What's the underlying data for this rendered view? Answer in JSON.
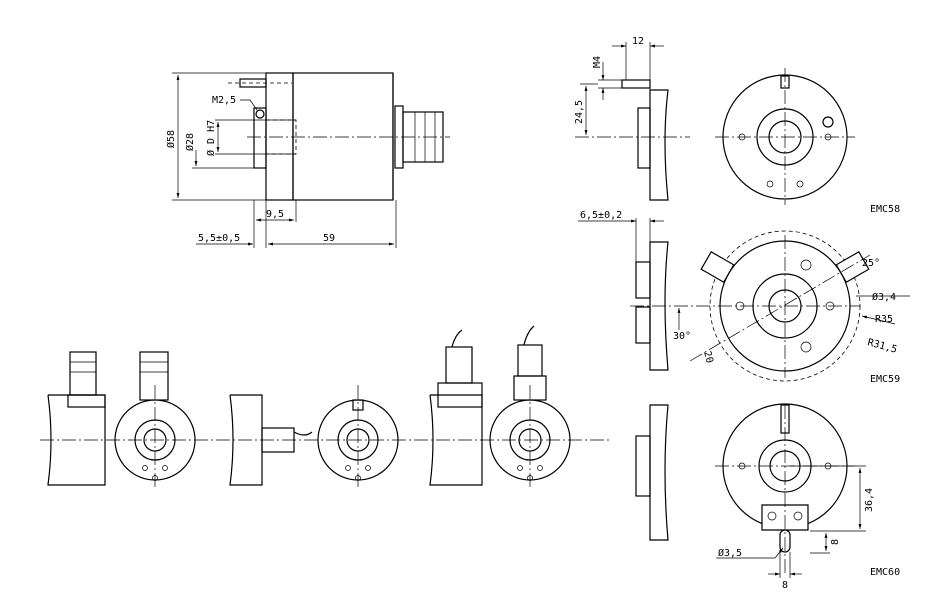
{
  "drawing": {
    "main_view": {
      "labels": {
        "m25": "M2,5",
        "d58": "Ø58",
        "d28": "Ø28",
        "dh7": "Ø D H7",
        "w95": "9,5",
        "w55": "5,5±0,5",
        "w59": "59"
      }
    },
    "emc58": {
      "title": "EMC58",
      "labels": {
        "w12": "12",
        "m4": "M4",
        "h245": "24,5"
      }
    },
    "emc59": {
      "title": "EMC59",
      "labels": {
        "w65": "6,5±0,2",
        "a25": "25°",
        "d34": "Ø3,4",
        "r35": "R35",
        "r315": "R31,5",
        "a30": "30°",
        "w20": "20"
      }
    },
    "emc60": {
      "title": "EMC60",
      "labels": {
        "h364": "36,4",
        "w8a": "8",
        "d35": "Ø3,5",
        "w8b": "8"
      }
    }
  }
}
